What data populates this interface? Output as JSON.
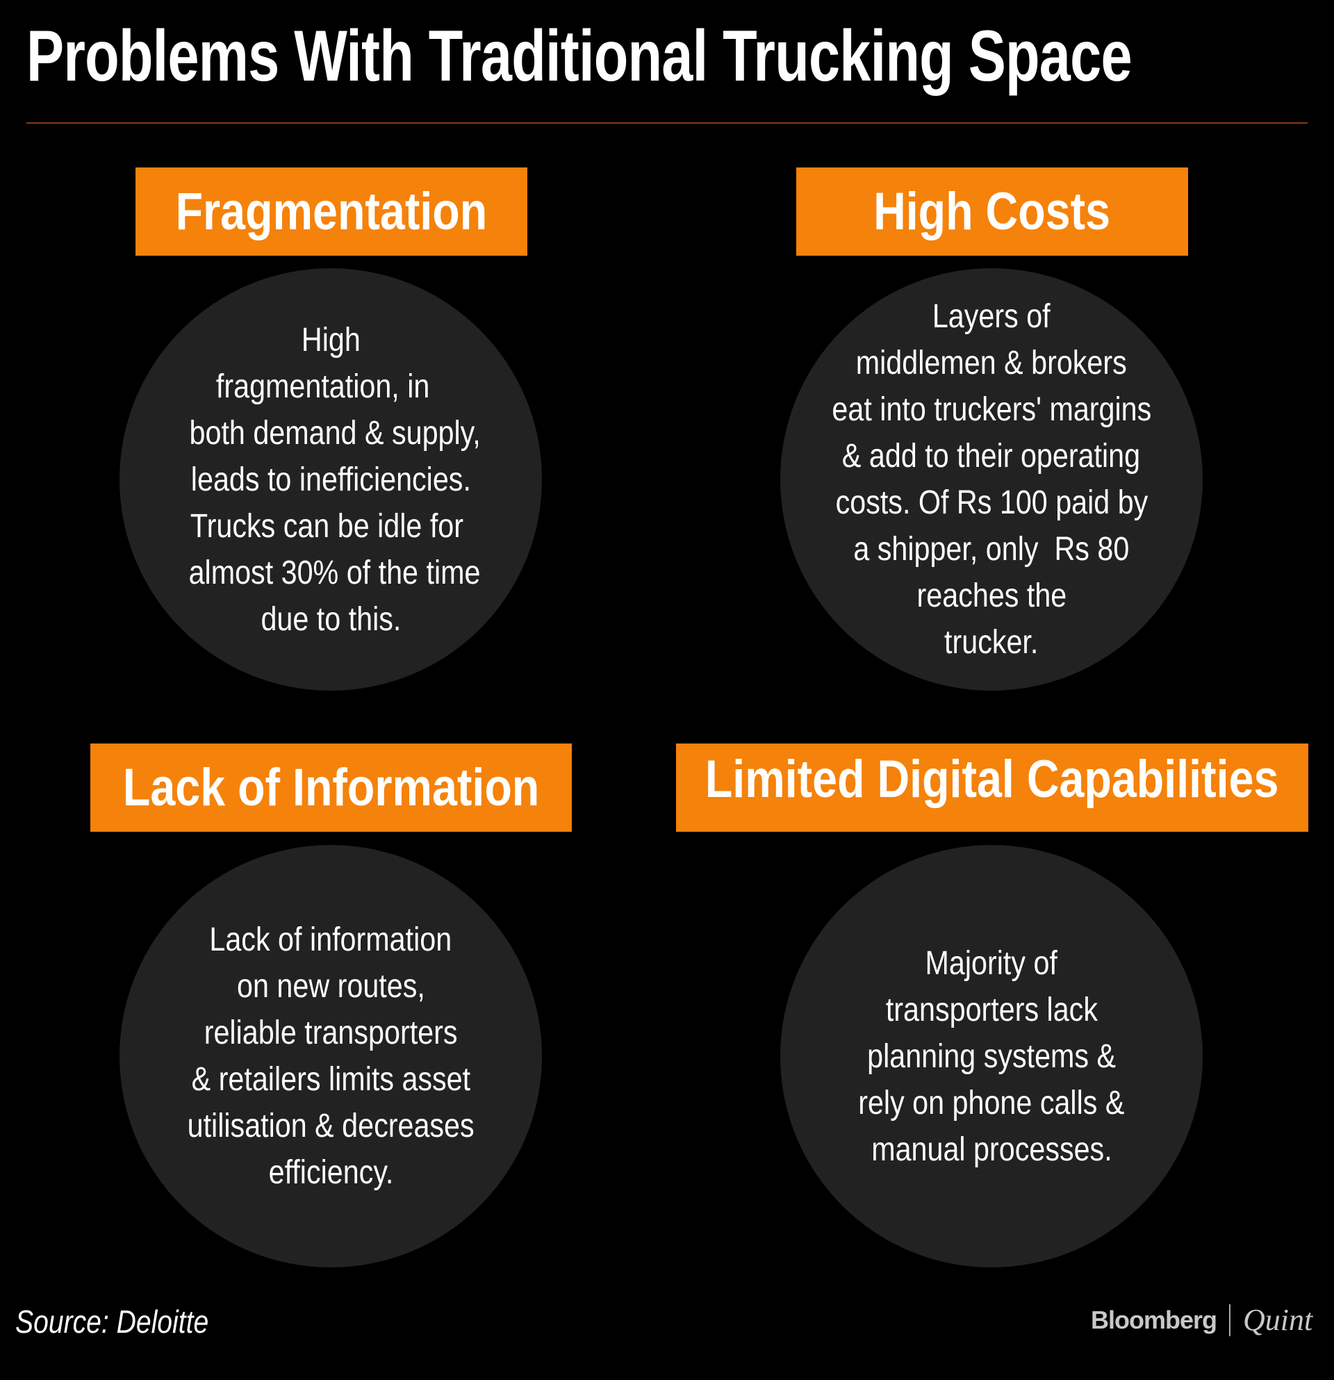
{
  "title": "Problems With Traditional Trucking Space",
  "panels": [
    {
      "heading": "Fragmentation",
      "lines": [
        "High",
        "fragmentation, in  ",
        " both demand & supply,",
        "leads to inefficiencies.",
        "Trucks can be idle for ",
        " almost 30% of the time",
        "due to this."
      ]
    },
    {
      "heading": "High Costs",
      "lines": [
        "Layers of",
        "middlemen & brokers",
        "eat into truckers' margins",
        "& add to their operating",
        "costs. Of Rs 100 paid by",
        "a shipper, only  Rs 80",
        "reaches the",
        "trucker."
      ]
    },
    {
      "heading": "Lack of Information",
      "lines": [
        "Lack of information",
        "on new routes,",
        "reliable transporters",
        "& retailers limits asset",
        "utilisation & decreases",
        "efficiency."
      ]
    },
    {
      "heading": "Limited Digital Capabilities",
      "lines": [
        "Majority of",
        "transporters lack",
        "planning systems &",
        "rely on phone calls &",
        "manual processes."
      ]
    }
  ],
  "source": "Source: Deloitte",
  "logo": {
    "left": "Bloomberg",
    "right": "Quint"
  },
  "colors": {
    "accent": "#f5820a",
    "circle": "#222222",
    "background": "#000000"
  }
}
